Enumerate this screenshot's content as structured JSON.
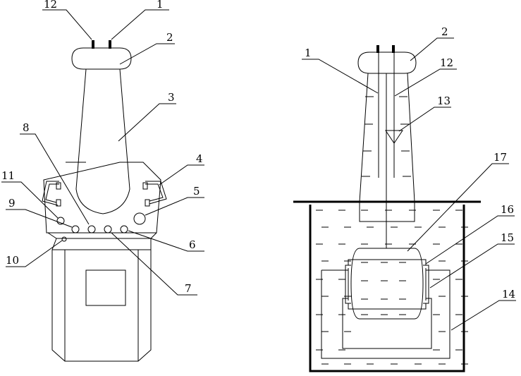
{
  "left_figure": {
    "labels": {
      "l1": "1",
      "l2": "2",
      "l3": "3",
      "l4": "4",
      "l5": "5",
      "l6": "6",
      "l7": "7",
      "l8": "8",
      "l9": "9",
      "l10": "10",
      "l11": "11",
      "l12": "12"
    }
  },
  "right_figure": {
    "labels": {
      "r1": "1",
      "r2": "2",
      "r12": "12",
      "r13": "13",
      "r14": "14",
      "r15": "15",
      "r16": "16",
      "r17": "17"
    }
  }
}
